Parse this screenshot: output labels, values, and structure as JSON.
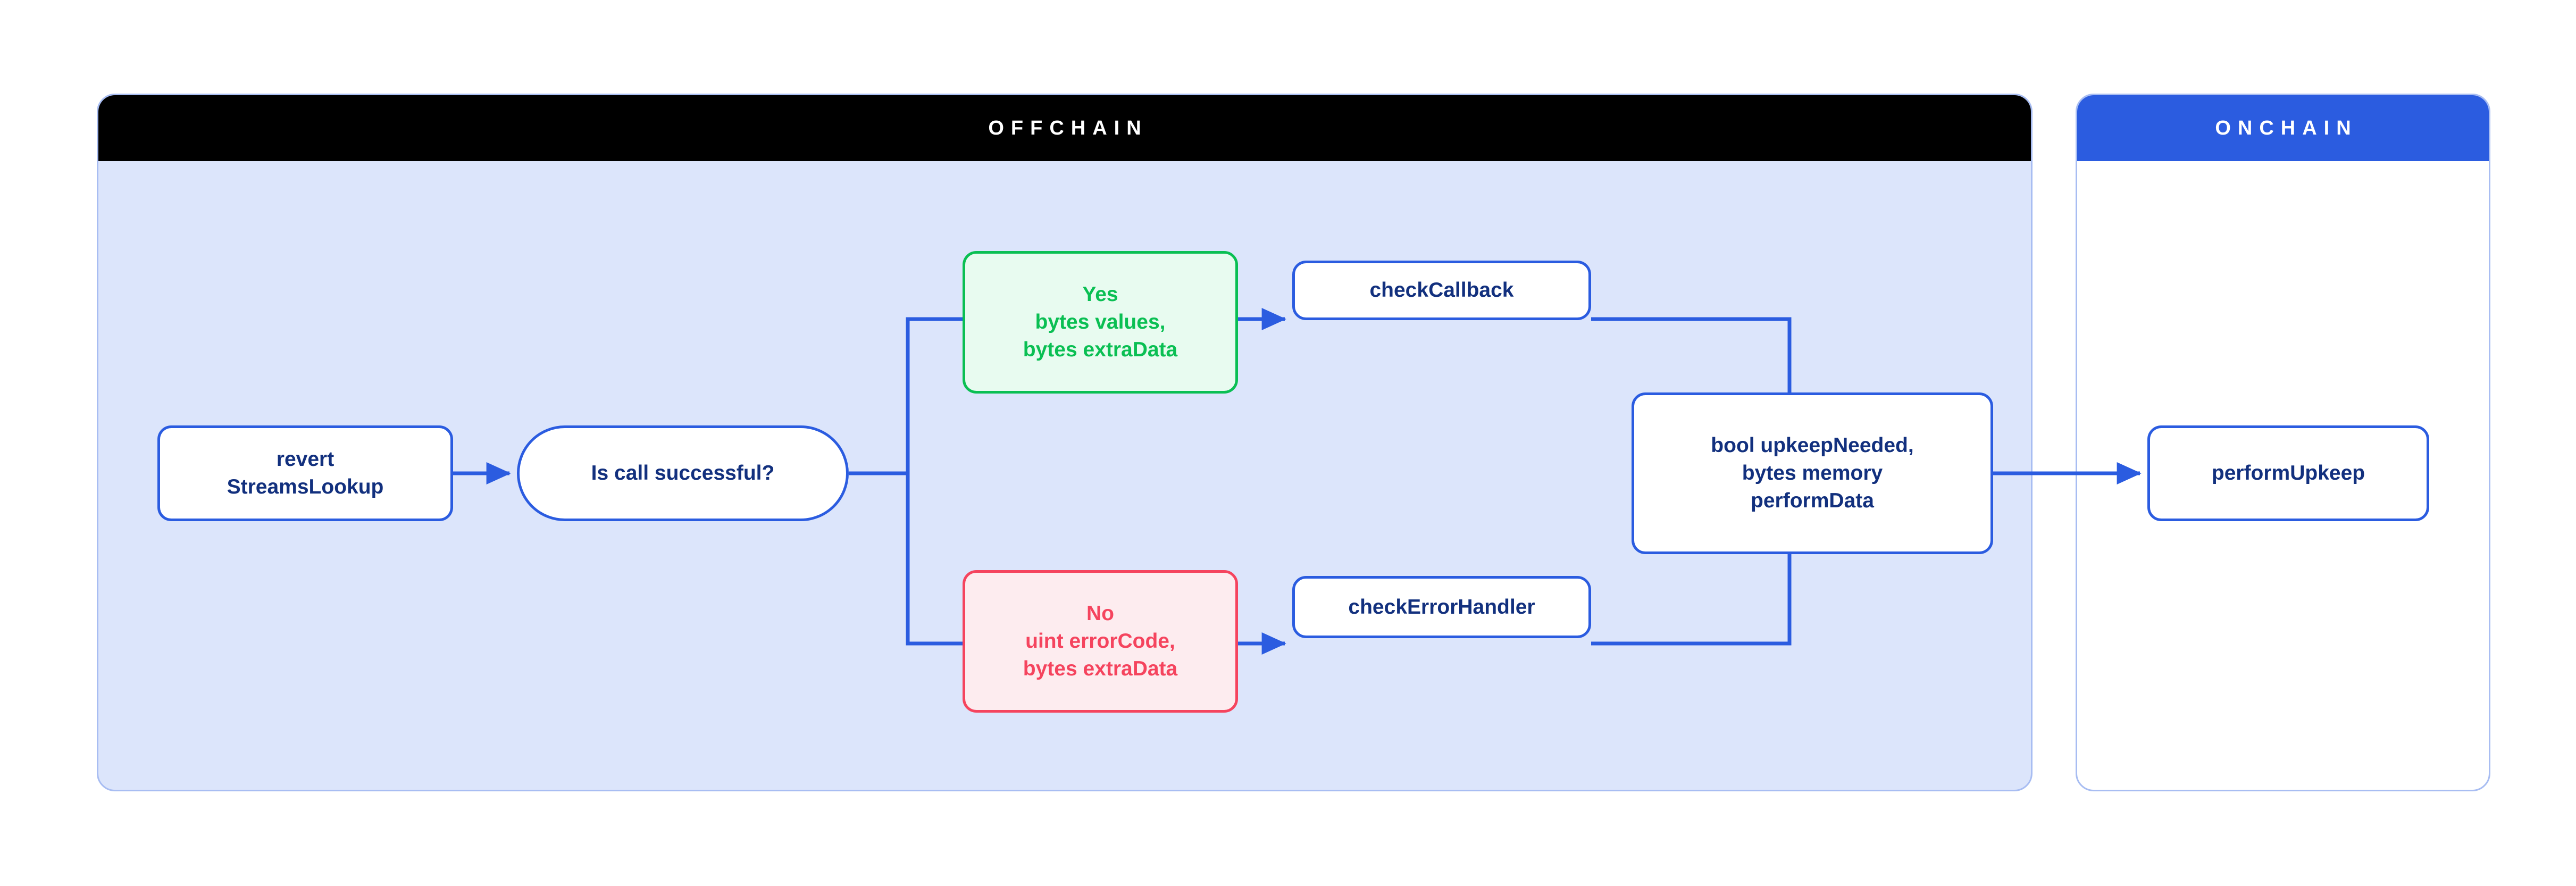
{
  "diagram": {
    "title": "Chainlink Automation StreamsLookup offchain/onchain flow",
    "colors": {
      "panel_offchain_fill": "#DCE5FB",
      "panel_border": "#A8BDF2",
      "header_offchain_bg": "#000000",
      "header_onchain_bg": "#2B5CE0",
      "node_border_blue": "#2B5CE0",
      "node_text_navy": "#12307E",
      "success_green": "#0ABF53",
      "success_green_fill": "#E8FBF0",
      "error_red": "#F5445E",
      "error_red_fill": "#FDECEF",
      "connector_blue": "#2B5CE0"
    }
  },
  "panels": {
    "offchain": {
      "header": "OFFCHAIN"
    },
    "onchain": {
      "header": "ONCHAIN"
    }
  },
  "nodes": {
    "revert": {
      "label": "revert\nStreamsLookup"
    },
    "decision": {
      "label": "Is call successful?"
    },
    "yes_branch": {
      "label": "Yes\nbytes values,\nbytes extraData"
    },
    "no_branch": {
      "label": "No\nuint errorCode,\nbytes extraData"
    },
    "check_callback": {
      "label": "checkCallback"
    },
    "check_error": {
      "label": "checkErrorHandler"
    },
    "bool_result": {
      "label": "bool upkeepNeeded,\nbytes memory\nperformData"
    },
    "perform_upkeep": {
      "label": "performUpkeep"
    }
  },
  "edges": [
    {
      "from": "revert",
      "to": "decision",
      "arrow": true
    },
    {
      "from": "decision",
      "to": "yes_branch",
      "arrow": false
    },
    {
      "from": "decision",
      "to": "no_branch",
      "arrow": false
    },
    {
      "from": "yes_branch",
      "to": "check_callback",
      "arrow": true
    },
    {
      "from": "no_branch",
      "to": "check_error",
      "arrow": true
    },
    {
      "from": "check_callback",
      "to": "bool_result",
      "arrow": false
    },
    {
      "from": "check_error",
      "to": "bool_result",
      "arrow": false
    },
    {
      "from": "bool_result",
      "to": "perform_upkeep",
      "arrow": true
    }
  ]
}
